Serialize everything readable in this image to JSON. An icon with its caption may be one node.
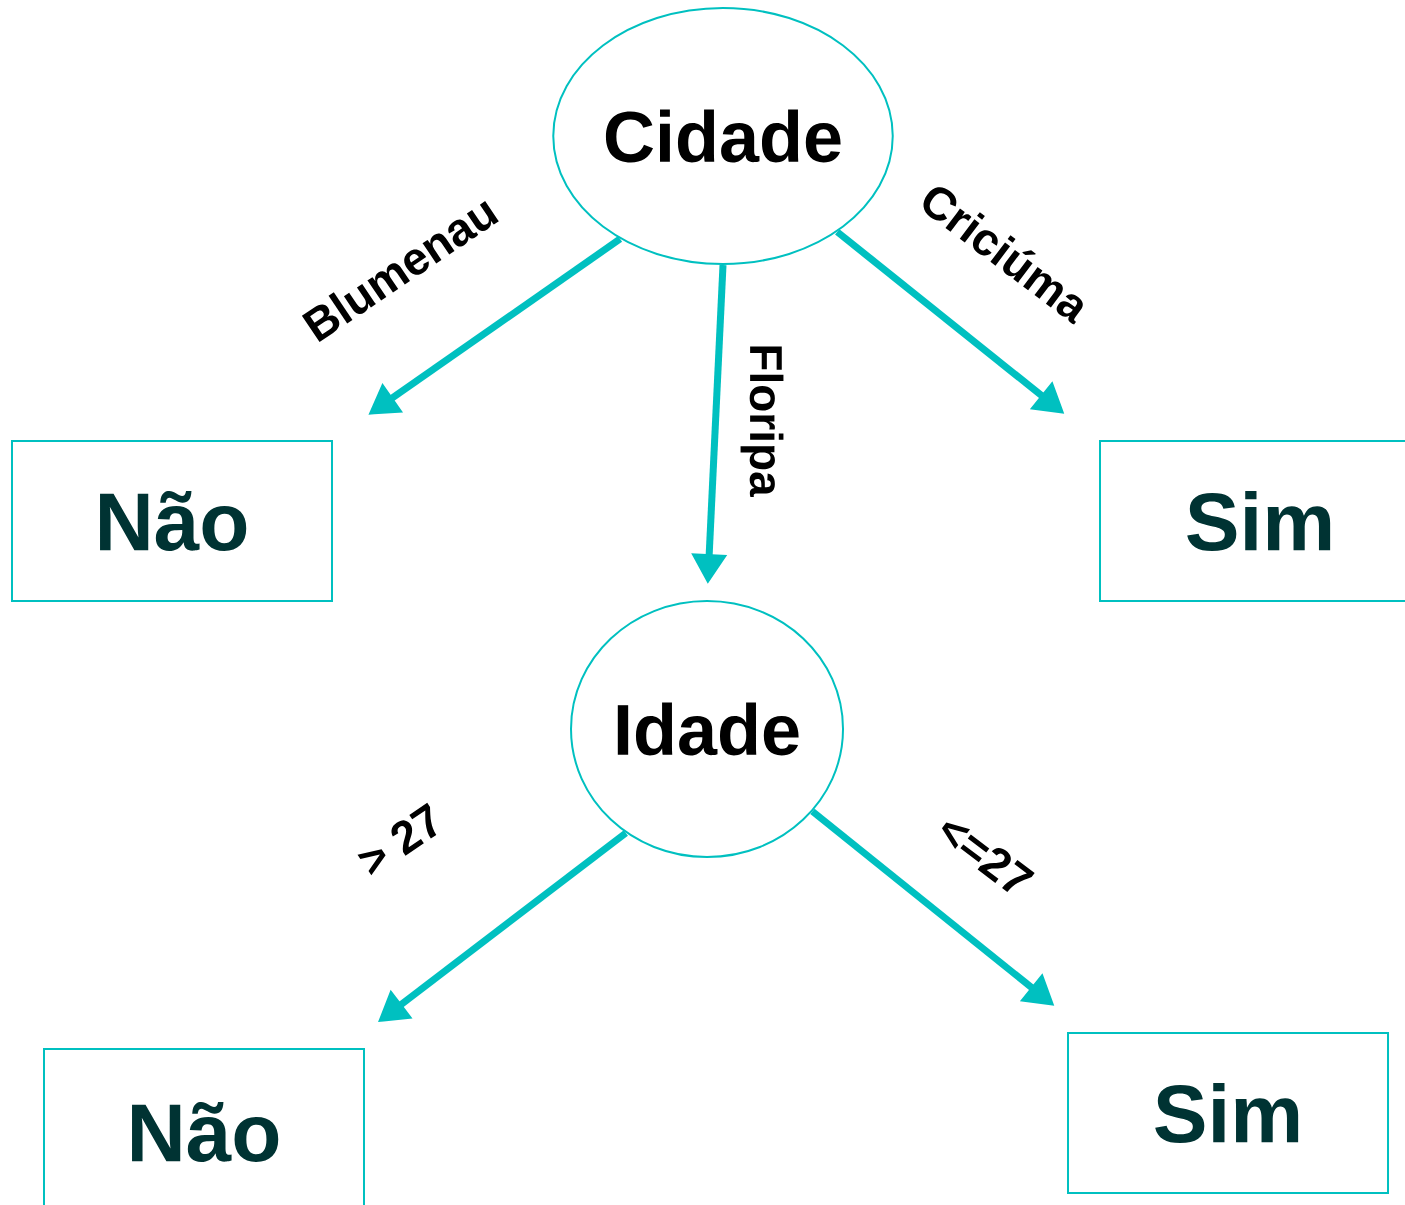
{
  "diagram": {
    "nodes": [
      {
        "text": [
          "Cidade"
        ]
      },
      {
        "text": [
          "Não"
        ]
      },
      {
        "text": [
          "Sim"
        ]
      },
      {
        "text": [
          "Idade"
        ]
      },
      {
        "text": [
          "Não"
        ]
      },
      {
        "text": [
          "Sim"
        ]
      }
    ],
    "edges": [
      {
        "from": 0,
        "to": 1,
        "arrow": "to",
        "label": "Blumenau"
      },
      {
        "from": 0,
        "to": 3,
        "arrow": "to",
        "label": "Floripa"
      },
      {
        "from": 0,
        "to": 2,
        "arrow": "to",
        "label": "Criciúma"
      },
      {
        "from": 3,
        "to": 4,
        "arrow": "to",
        "label": "> 27"
      },
      {
        "from": 3,
        "to": 5,
        "arrow": "to",
        "label": "<=27"
      }
    ]
  }
}
